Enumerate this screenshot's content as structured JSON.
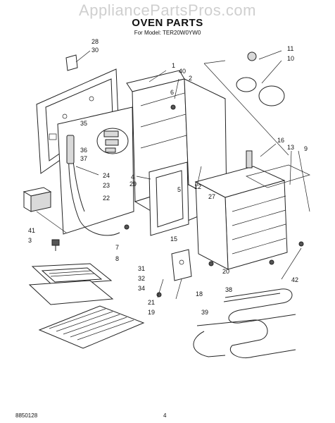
{
  "header": {
    "watermark": "AppliancePartsPros.com",
    "title": "OVEN PARTS",
    "model_line": "For Model: TER20W0YW0"
  },
  "footer": {
    "doc_number": "8850128",
    "page_number": "4"
  },
  "callouts": {
    "c1": "1",
    "c2": "2",
    "c3": "3",
    "c4": "4",
    "c5": "5",
    "c6": "6",
    "c7": "7",
    "c8": "8",
    "c9": "9",
    "c10": "10",
    "c11": "11",
    "c12": "12",
    "c13": "13",
    "c15": "15",
    "c16": "16",
    "c18": "18",
    "c19": "19",
    "c20": "20",
    "c21": "21",
    "c22": "22",
    "c23": "23",
    "c24": "24",
    "c27": "27",
    "c28": "28",
    "c29": "29",
    "c30": "30",
    "c31": "31",
    "c32": "32",
    "c34": "34",
    "c35": "35",
    "c36": "36",
    "c37": "37",
    "c38": "38",
    "c39": "39",
    "c40": "40",
    "c41": "41",
    "c42": "42"
  }
}
